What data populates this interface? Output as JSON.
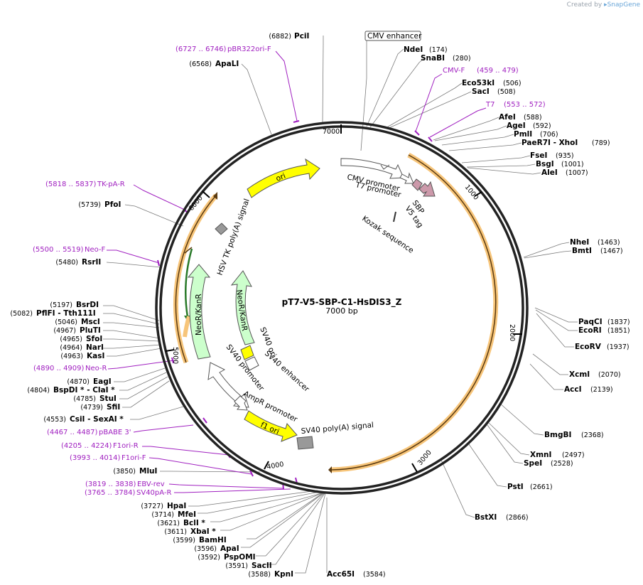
{
  "credit": {
    "prefix": "Created by",
    "brand": "SnapGene"
  },
  "plasmid": {
    "name": "pT7-V5-SBP-C1-HsDIS3_Z",
    "size_label": "7000 bp",
    "length": 7000
  },
  "ticks": [
    "1000",
    "2000",
    "3000",
    "4000",
    "5000",
    "6000",
    "7000"
  ],
  "boxed_feature": "CMV enhancer",
  "enzymes": [
    {
      "name": "PciI",
      "pos": "(6882)",
      "side": "L"
    },
    {
      "name": "ApaLI",
      "pos": "(6568)",
      "side": "L"
    },
    {
      "name": "PfoI",
      "pos": "(5739)",
      "side": "L"
    },
    {
      "name": "RsrII",
      "pos": "(5480)",
      "side": "L"
    },
    {
      "name": "BsrDI",
      "pos": "(5197)",
      "side": "L"
    },
    {
      "name": "PflFI  - Tth111I",
      "pos": "(5082)",
      "side": "L"
    },
    {
      "name": "MscI",
      "pos": "(5046)",
      "side": "L"
    },
    {
      "name": "PluTI",
      "pos": "(4967)",
      "side": "L"
    },
    {
      "name": "SfoI",
      "pos": "(4965)",
      "side": "L"
    },
    {
      "name": "NarI",
      "pos": "(4964)",
      "side": "L"
    },
    {
      "name": "KasI",
      "pos": "(4963)",
      "side": "L"
    },
    {
      "name": "EagI",
      "pos": "(4870)",
      "side": "L"
    },
    {
      "name": "BspDI *  - ClaI *",
      "pos": "(4804)",
      "side": "L"
    },
    {
      "name": "StuI",
      "pos": "(4785)",
      "side": "L"
    },
    {
      "name": "SfiI",
      "pos": "(4739)",
      "side": "L"
    },
    {
      "name": "CsiI  - SexAI *",
      "pos": "(4553)",
      "side": "L"
    },
    {
      "name": "MluI",
      "pos": "(3850)",
      "side": "L"
    },
    {
      "name": "HpaI",
      "pos": "(3727)",
      "side": "L"
    },
    {
      "name": "MfeI",
      "pos": "(3714)",
      "side": "L"
    },
    {
      "name": "BclI *",
      "pos": "(3621)",
      "side": "L"
    },
    {
      "name": "XbaI *",
      "pos": "(3611)",
      "side": "L"
    },
    {
      "name": "BamHI",
      "pos": "(3599)",
      "side": "L"
    },
    {
      "name": "ApaI",
      "pos": "(3596)",
      "side": "L"
    },
    {
      "name": "PspOMI",
      "pos": "(3592)",
      "side": "L"
    },
    {
      "name": "SacII",
      "pos": "(3591)",
      "side": "L"
    },
    {
      "name": "KpnI",
      "pos": "(3588)",
      "side": "L"
    },
    {
      "name": "Acc65I",
      "pos": "(3584)",
      "side": "R"
    },
    {
      "name": "NdeI",
      "pos": "(174)",
      "side": "R"
    },
    {
      "name": "SnaBI",
      "pos": "(280)",
      "side": "R"
    },
    {
      "name": "Eco53kI",
      "pos": "(506)",
      "side": "R"
    },
    {
      "name": "SacI",
      "pos": "(508)",
      "side": "R"
    },
    {
      "name": "AfeI",
      "pos": "(588)",
      "side": "R"
    },
    {
      "name": "AgeI",
      "pos": "(592)",
      "side": "R"
    },
    {
      "name": "PmlI",
      "pos": "(706)",
      "side": "R"
    },
    {
      "name": "PaeR7I  - XhoI",
      "pos": "(789)",
      "side": "R"
    },
    {
      "name": "FseI",
      "pos": "(935)",
      "side": "R"
    },
    {
      "name": "BsgI",
      "pos": "(1001)",
      "side": "R"
    },
    {
      "name": "AleI",
      "pos": "(1007)",
      "side": "R"
    },
    {
      "name": "NheI",
      "pos": "(1463)",
      "side": "R"
    },
    {
      "name": "BmtI",
      "pos": "(1467)",
      "side": "R"
    },
    {
      "name": "PaqCI",
      "pos": "(1837)",
      "side": "R"
    },
    {
      "name": "EcoRI",
      "pos": "(1851)",
      "side": "R"
    },
    {
      "name": "EcoRV",
      "pos": "(1937)",
      "side": "R"
    },
    {
      "name": "XcmI",
      "pos": "(2070)",
      "side": "R"
    },
    {
      "name": "AccI",
      "pos": "(2139)",
      "side": "R"
    },
    {
      "name": "BmgBI",
      "pos": "(2368)",
      "side": "R"
    },
    {
      "name": "XmnI",
      "pos": "(2497)",
      "side": "R"
    },
    {
      "name": "SpeI",
      "pos": "(2528)",
      "side": "R"
    },
    {
      "name": "PstI",
      "pos": "(2661)",
      "side": "R"
    },
    {
      "name": "BstXI",
      "pos": "(2866)",
      "side": "R"
    }
  ],
  "primers": [
    {
      "name": "pBR322ori-F",
      "range": "(6727 .. 6746)"
    },
    {
      "name": "TK-pA-R",
      "range": "(5818 .. 5837)"
    },
    {
      "name": "Neo-F",
      "range": "(5500 .. 5519)"
    },
    {
      "name": "Neo-R",
      "range": "(4890 .. 4909)"
    },
    {
      "name": "pBABE 3'",
      "range": "(4467 .. 4487)"
    },
    {
      "name": "F1ori-R",
      "range": "(4205 .. 4224)"
    },
    {
      "name": "F1ori-F",
      "range": "(3993 .. 4014)"
    },
    {
      "name": "EBV-rev",
      "range": "(3819 .. 3838)"
    },
    {
      "name": "SV40pA-R",
      "range": "(3765 .. 3784)"
    },
    {
      "name": "CMV-F",
      "range": "(459 .. 479)"
    },
    {
      "name": "T7",
      "range": "(553 .. 572)"
    }
  ],
  "features": [
    {
      "name": "ori",
      "color": "#ffff00"
    },
    {
      "name": "CMV promoter",
      "color": "#ffffff"
    },
    {
      "name": "T7 promoter",
      "color": "#ffffff"
    },
    {
      "name": "SBP",
      "color": "#cc99aa"
    },
    {
      "name": "V5 tag",
      "color": "#cc99aa"
    },
    {
      "name": "Kozak sequence",
      "color": "#ffffff"
    },
    {
      "name": "HSV TK poly(A) signal",
      "color": "#999999"
    },
    {
      "name": "NeoR/KanR",
      "color": "#ccffcc"
    },
    {
      "name": "NeoR/KanR",
      "color": "#ccffcc"
    },
    {
      "name": "SV40 ori",
      "color": "#ffff00"
    },
    {
      "name": "SV40 enhancer",
      "color": "#ffffff"
    },
    {
      "name": "SV40 promoter",
      "color": "#ffffff"
    },
    {
      "name": "AmpR promoter",
      "color": "#ffffff"
    },
    {
      "name": "f1 ori",
      "color": "#ffff00"
    },
    {
      "name": "SV40 poly(A) signal",
      "color": "#999999"
    }
  ]
}
